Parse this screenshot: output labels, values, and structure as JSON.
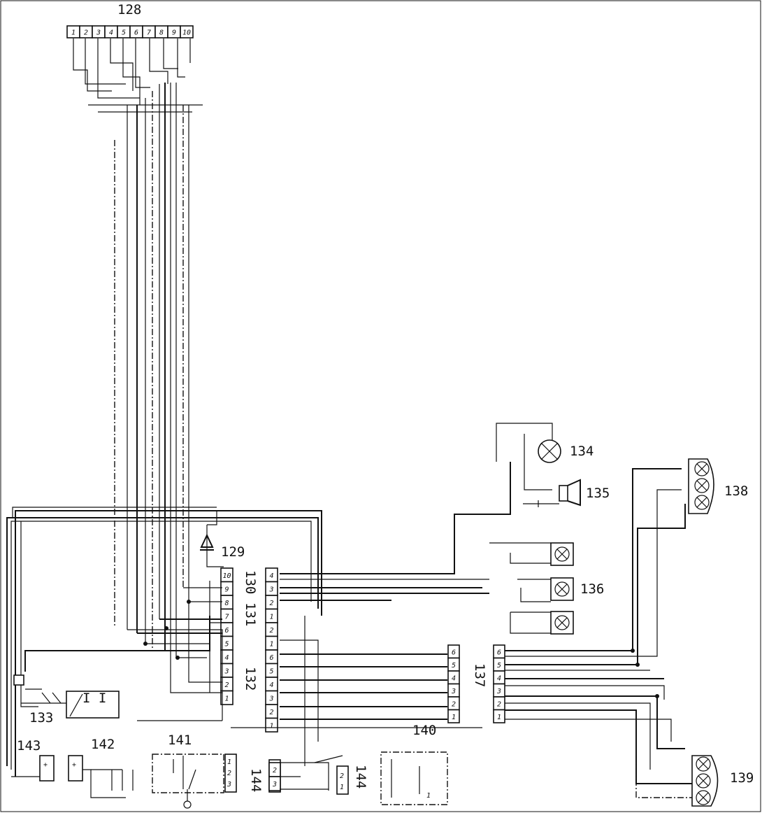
{
  "labels": {
    "c128": "128",
    "c129": "129",
    "c130": "130",
    "c131": "131",
    "c132": "132",
    "c133": "133",
    "c134": "134",
    "c135": "135",
    "c136": "136",
    "c137": "137",
    "c138": "138",
    "c139": "139",
    "c140": "140",
    "c141": "141",
    "c142": "142",
    "c143": "143",
    "c144a": "144",
    "c144b": "144"
  },
  "connector_128_pins": [
    "1",
    "2",
    "3",
    "4",
    "5",
    "6",
    "7",
    "8",
    "9",
    "10"
  ],
  "connector_130_pins": [
    "10",
    "9",
    "8",
    "7",
    "6",
    "5",
    "4",
    "3",
    "2",
    "1"
  ],
  "connector_131_pins": [
    "4",
    "3",
    "2",
    "1",
    "2",
    "1",
    "6",
    "5",
    "4",
    "3",
    "2",
    "1"
  ],
  "connector_137_left_pins": [
    "6",
    "5",
    "4",
    "3",
    "2",
    "1"
  ],
  "connector_137_right_pins": [
    "6",
    "5",
    "4",
    "3",
    "2",
    "1"
  ],
  "connector_144_pins": [
    "1",
    "2",
    "3"
  ]
}
